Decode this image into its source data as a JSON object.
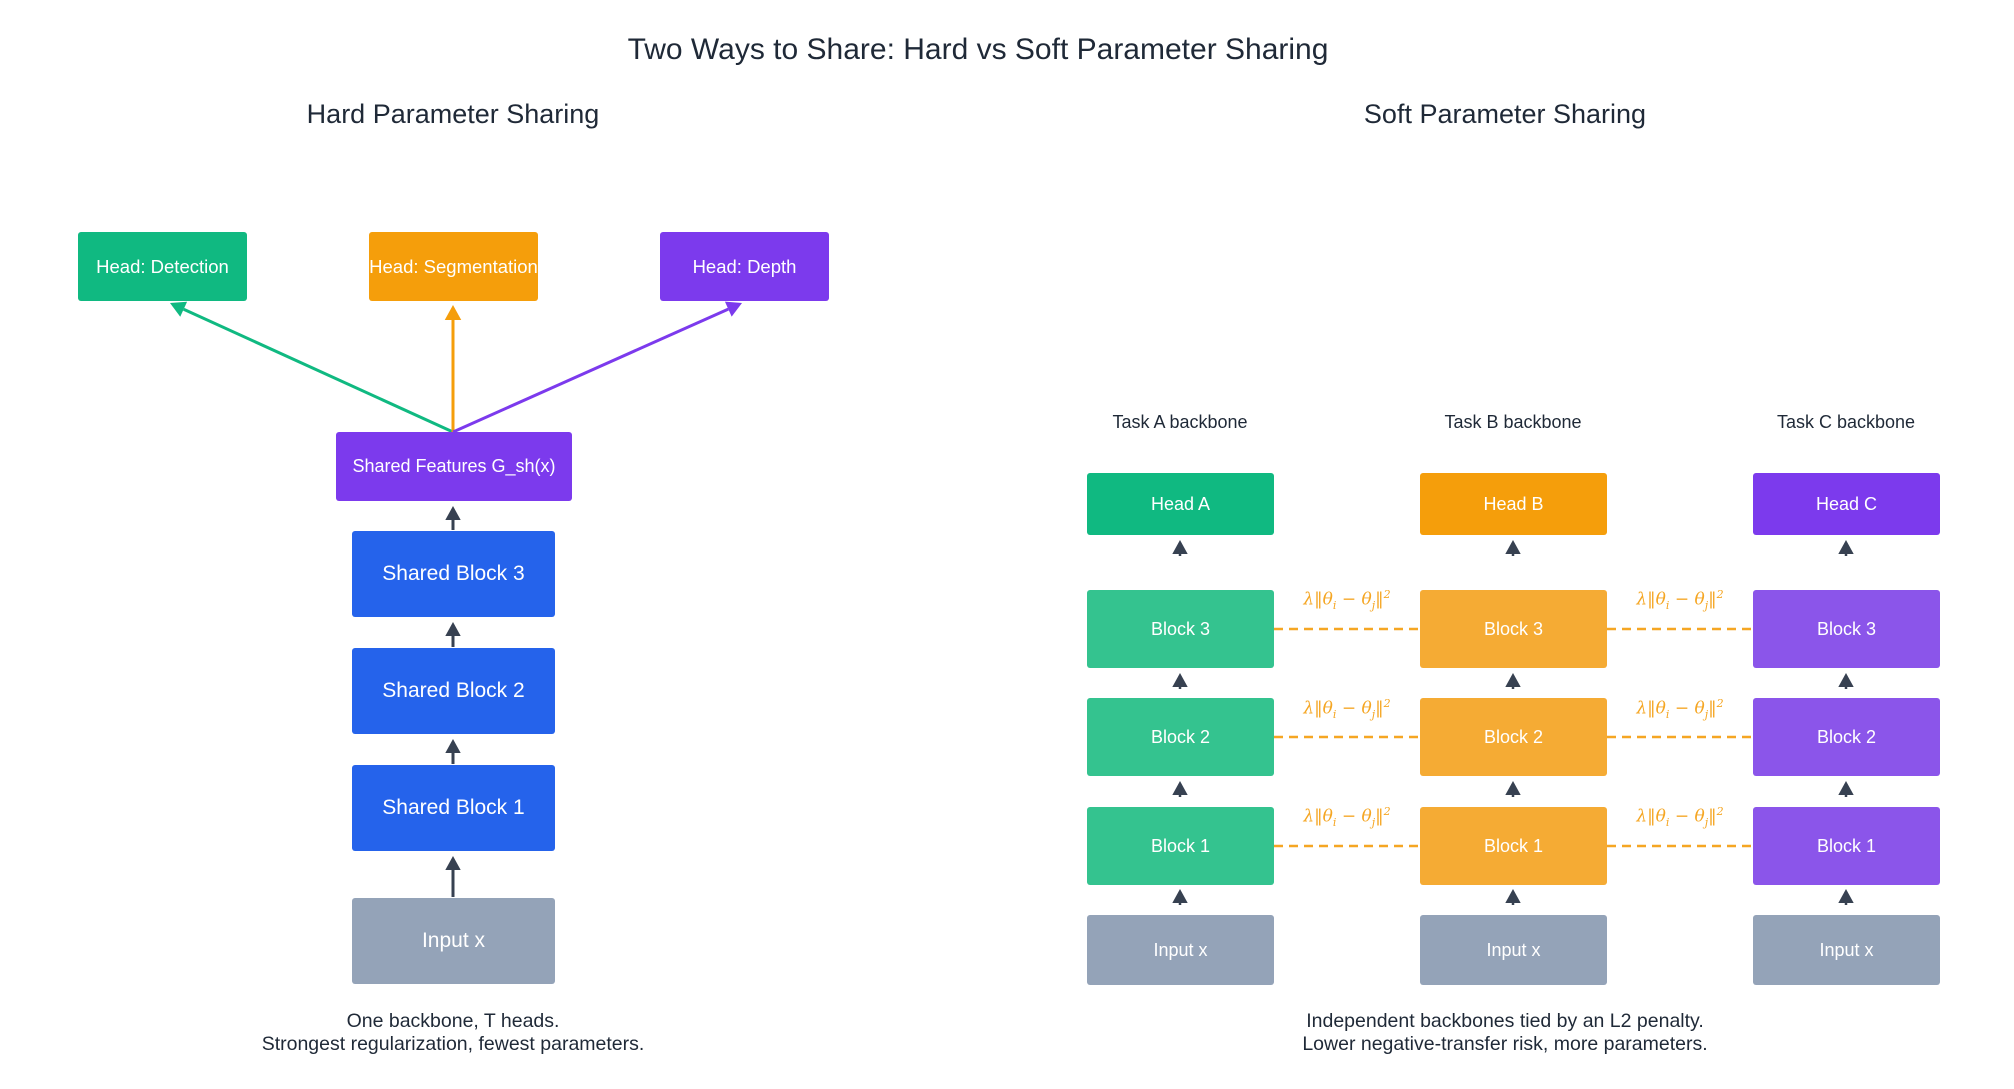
{
  "title": "Two Ways to Share: Hard vs Soft Parameter Sharing",
  "colors": {
    "green": "#10b981",
    "green_light": "#34c38f",
    "orange": "#f59e0b",
    "orange_light": "#f5ab34",
    "purple": "#7c3aed",
    "purple_light": "#8b55ea",
    "blue": "#2563eb",
    "slate": "#94a3b8",
    "arrow_dark": "#374151",
    "penalty": "#f5a623"
  },
  "hard": {
    "title": "Hard Parameter Sharing",
    "heads": [
      {
        "label": "Head: Detection",
        "color": "#10b981",
        "icon": "green-head"
      },
      {
        "label": "Head: Segmentation",
        "color": "#f59e0b",
        "icon": "orange-head"
      },
      {
        "label": "Head: Depth",
        "color": "#7c3aed",
        "icon": "purple-head"
      }
    ],
    "shared_features": "Shared Features  G_sh(x)",
    "blocks": [
      "Shared Block 3",
      "Shared Block 2",
      "Shared Block 1"
    ],
    "input": "Input  x",
    "caption_line1": "One backbone, T heads.",
    "caption_line2": "Strongest regularization, fewest parameters."
  },
  "soft": {
    "title": "Soft Parameter Sharing",
    "columns": [
      {
        "title": "Task A backbone",
        "head": "Head A",
        "blocks": [
          "Block 3",
          "Block 2",
          "Block 1"
        ],
        "input": "Input x"
      },
      {
        "title": "Task B backbone",
        "head": "Head B",
        "blocks": [
          "Block 3",
          "Block 2",
          "Block 1"
        ],
        "input": "Input x"
      },
      {
        "title": "Task C backbone",
        "head": "Head C",
        "blocks": [
          "Block 3",
          "Block 2",
          "Block 1"
        ],
        "input": "Input x"
      }
    ],
    "penalty": {
      "lambda": "λ",
      "theta": "θ",
      "i": "i",
      "j": "j",
      "exp": "2"
    },
    "caption_line1": "Independent backbones tied by an L2 penalty.",
    "caption_line2": "Lower negative-transfer risk, more parameters."
  }
}
